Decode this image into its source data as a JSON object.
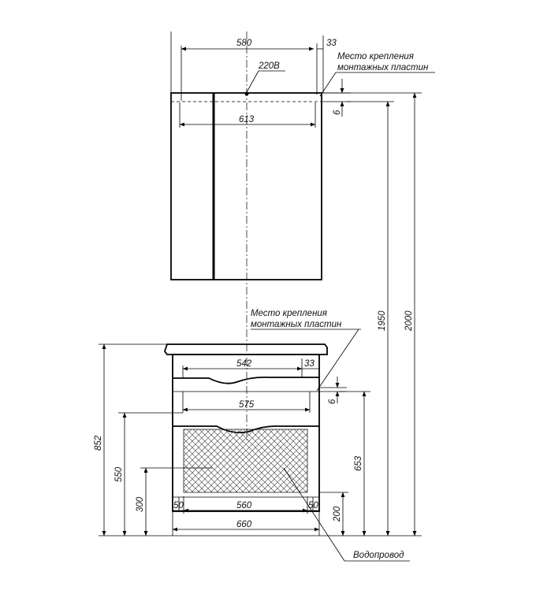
{
  "cabinet": {
    "width_total": "580",
    "offset_right": "33",
    "inner_width": "613",
    "mount_gap": "6",
    "power_label": "220В",
    "mount_note_line1": "Место крепления",
    "mount_note_line2": "монтажных пластин"
  },
  "vanity": {
    "inner_width": "542",
    "offset_right": "33",
    "body_width": "575",
    "mount_gap": "6",
    "mount_note_line1": "Место крепления",
    "mount_note_line2": "монтажных пластин"
  },
  "heights": {
    "total_height": "2000",
    "mount_height": "1950",
    "vanity_height": "852",
    "legs_height": "550",
    "water_height": "300",
    "drain_height": "653",
    "pipe_height": "200"
  },
  "bottom": {
    "left_offset": "50",
    "pipes_spacing": "560",
    "right_offset": "50",
    "overall_width": "660"
  },
  "water_label": "Водопровод"
}
